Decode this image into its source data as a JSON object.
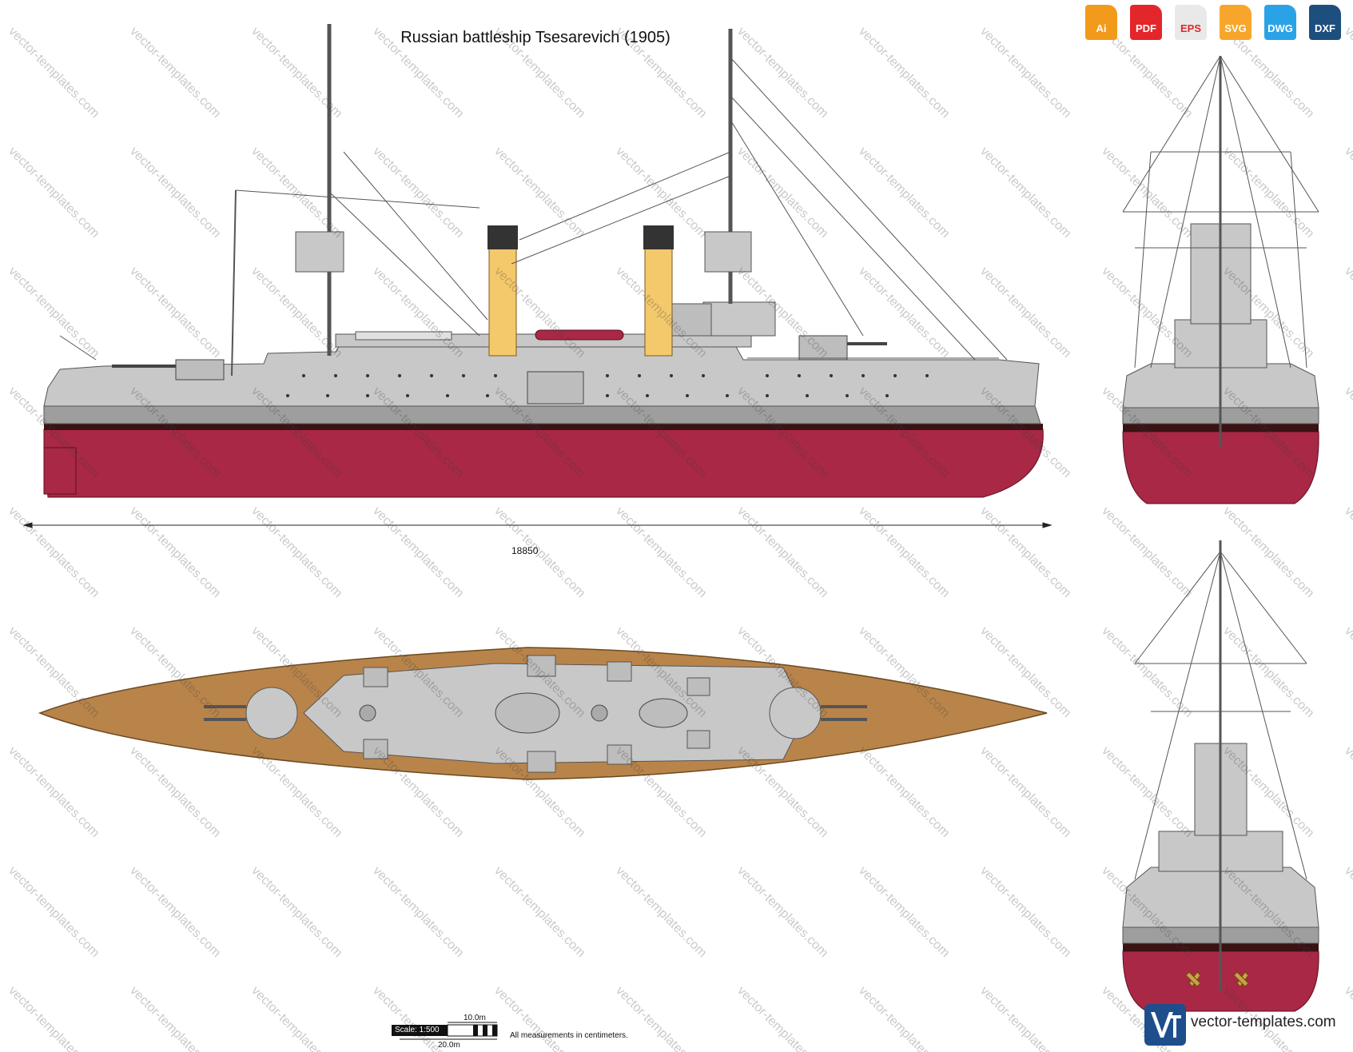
{
  "title": "Russian battleship Tsesarevich (1905)",
  "formats": [
    {
      "label": "Ai",
      "color": "#f29a1b"
    },
    {
      "label": "PDF",
      "color": "#e3262a"
    },
    {
      "label": "EPS",
      "color": "#e9e9e9"
    },
    {
      "label": "SVG",
      "color": "#f7a62b"
    },
    {
      "label": "DWG",
      "color": "#2aa3e6"
    },
    {
      "label": "DXF",
      "color": "#1d4f7e"
    }
  ],
  "dimension_length": "18850",
  "scale": {
    "label": "Scale: 1:500",
    "small": "10.0m",
    "large": "20.0m"
  },
  "note": "All measurements in centimeters.",
  "watermark": "vector-templates.com",
  "brand": "vector-templates.com",
  "colors": {
    "hull": "#a82846",
    "superstructure": "#c8c8c8",
    "deck": "#b9844a",
    "funnel": "#f4c96b",
    "boot": "#3a1214"
  }
}
